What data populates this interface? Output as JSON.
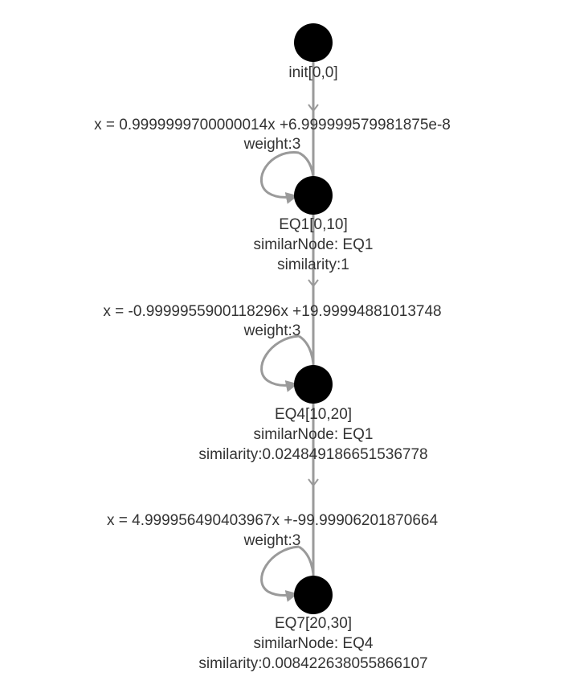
{
  "nodes": [
    {
      "id": "init",
      "label": "init[0,0]",
      "lines": []
    },
    {
      "id": "EQ1",
      "label": "EQ1[0,10]",
      "lines": [
        "similarNode: EQ1",
        "similarity:1"
      ]
    },
    {
      "id": "EQ4",
      "label": "EQ4[10,20]",
      "lines": [
        "similarNode: EQ1",
        "similarity:0.024849186651536778"
      ]
    },
    {
      "id": "EQ7",
      "label": "EQ7[20,30]",
      "lines": [
        "similarNode: EQ4",
        "similarity:0.008422638055866107"
      ]
    }
  ],
  "edges": [
    {
      "from": "init",
      "to": "EQ1",
      "equation": "x = 0.9999999700000014x +6.999999579981875e-8",
      "weight": "weight:3",
      "self_loop": "EQ1"
    },
    {
      "from": "EQ1",
      "to": "EQ4",
      "equation": "x = -0.9999955900118296x +19.99994881013748",
      "weight": "weight:3",
      "self_loop": "EQ4"
    },
    {
      "from": "EQ4",
      "to": "EQ7",
      "equation": "x = 4.999956490403967x +-99.99906201870664",
      "weight": "weight:3",
      "self_loop": "EQ7"
    }
  ],
  "colors": {
    "node": "#000000",
    "edge": "#9a9a9a",
    "text": "#333333"
  }
}
